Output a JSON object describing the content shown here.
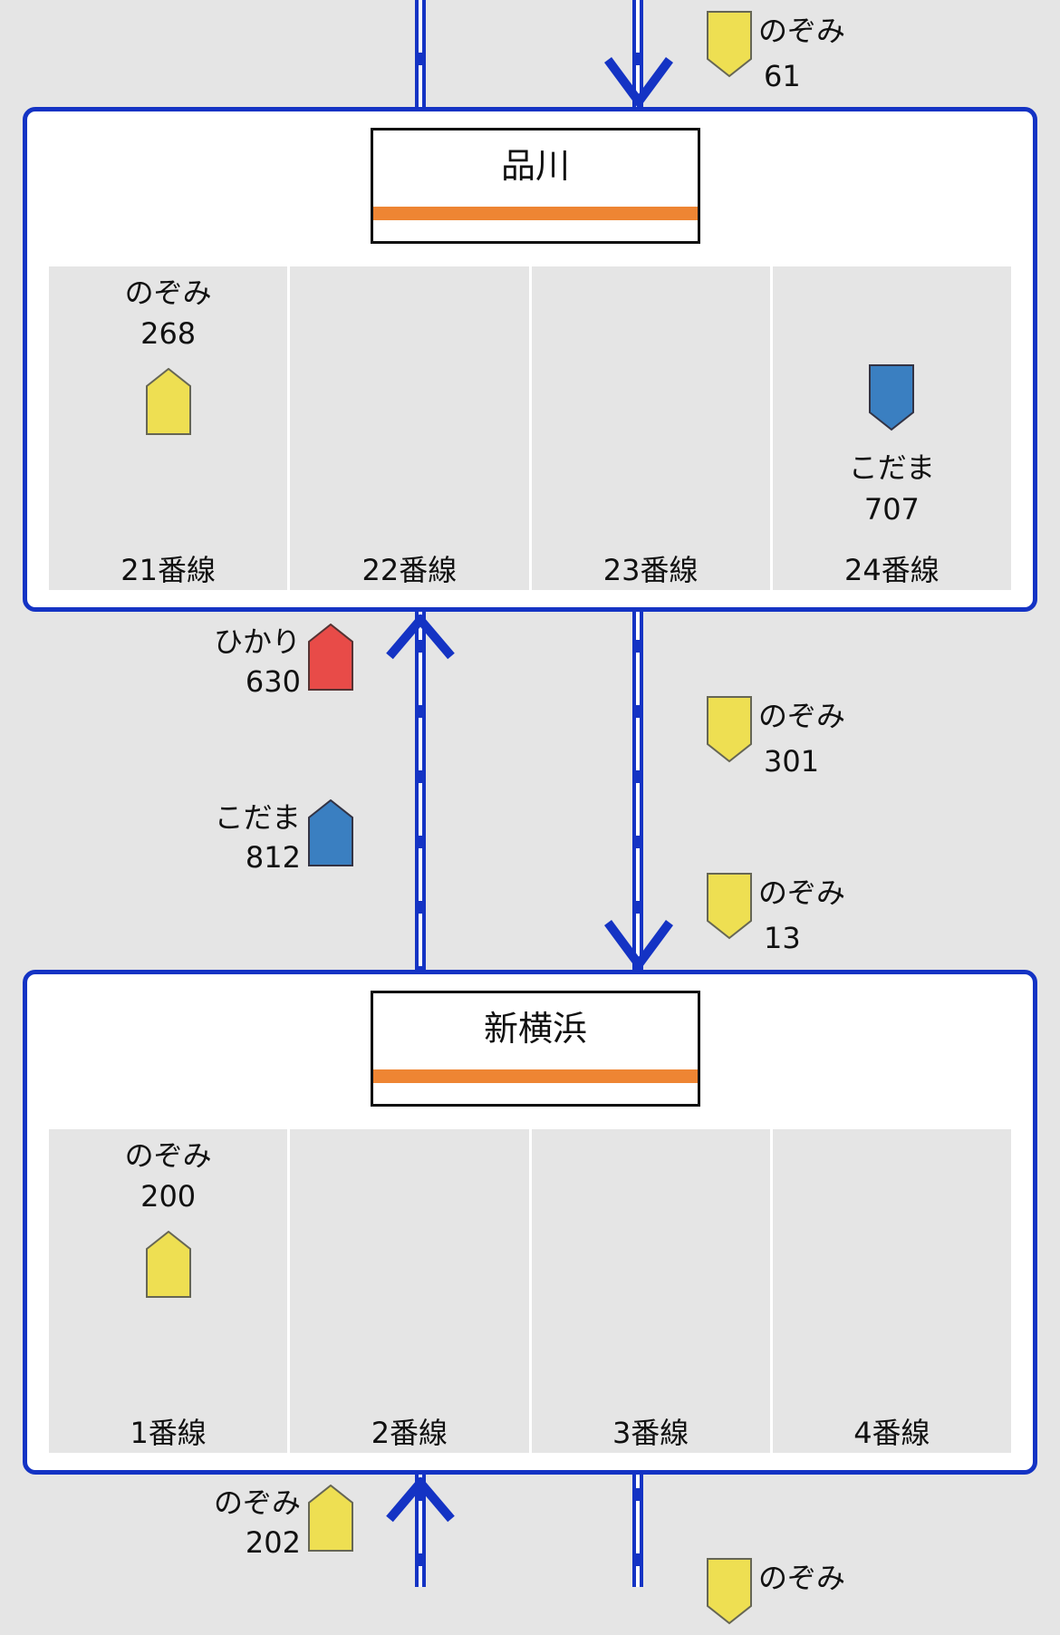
{
  "colors": {
    "track": "#1433c4",
    "nozomi": "#eedf52",
    "kodama": "#3a7fc1",
    "hikari": "#e84b48",
    "line": "#ee8533"
  },
  "stations": [
    {
      "name": "品川",
      "platforms": [
        {
          "label": "21番線",
          "train": {
            "type": "のぞみ",
            "number": "268",
            "direction": "up"
          }
        },
        {
          "label": "22番線"
        },
        {
          "label": "23番線"
        },
        {
          "label": "24番線",
          "train": {
            "type": "こだま",
            "number": "707",
            "direction": "down"
          }
        }
      ]
    },
    {
      "name": "新横浜",
      "platforms": [
        {
          "label": "1番線",
          "train": {
            "type": "のぞみ",
            "number": "200",
            "direction": "up"
          }
        },
        {
          "label": "2番線"
        },
        {
          "label": "3番線"
        },
        {
          "label": "4番線"
        }
      ]
    }
  ],
  "running": {
    "top_down": {
      "type": "のぞみ",
      "number": "61"
    },
    "mid_up_1": {
      "type": "ひかり",
      "number": "630"
    },
    "mid_up_2": {
      "type": "こだま",
      "number": "812"
    },
    "mid_down_1": {
      "type": "のぞみ",
      "number": "301"
    },
    "mid_down_2": {
      "type": "のぞみ",
      "number": "13"
    },
    "bottom_up": {
      "type": "のぞみ",
      "number": "202"
    },
    "bottom_down": {
      "type": "のぞみ"
    }
  }
}
